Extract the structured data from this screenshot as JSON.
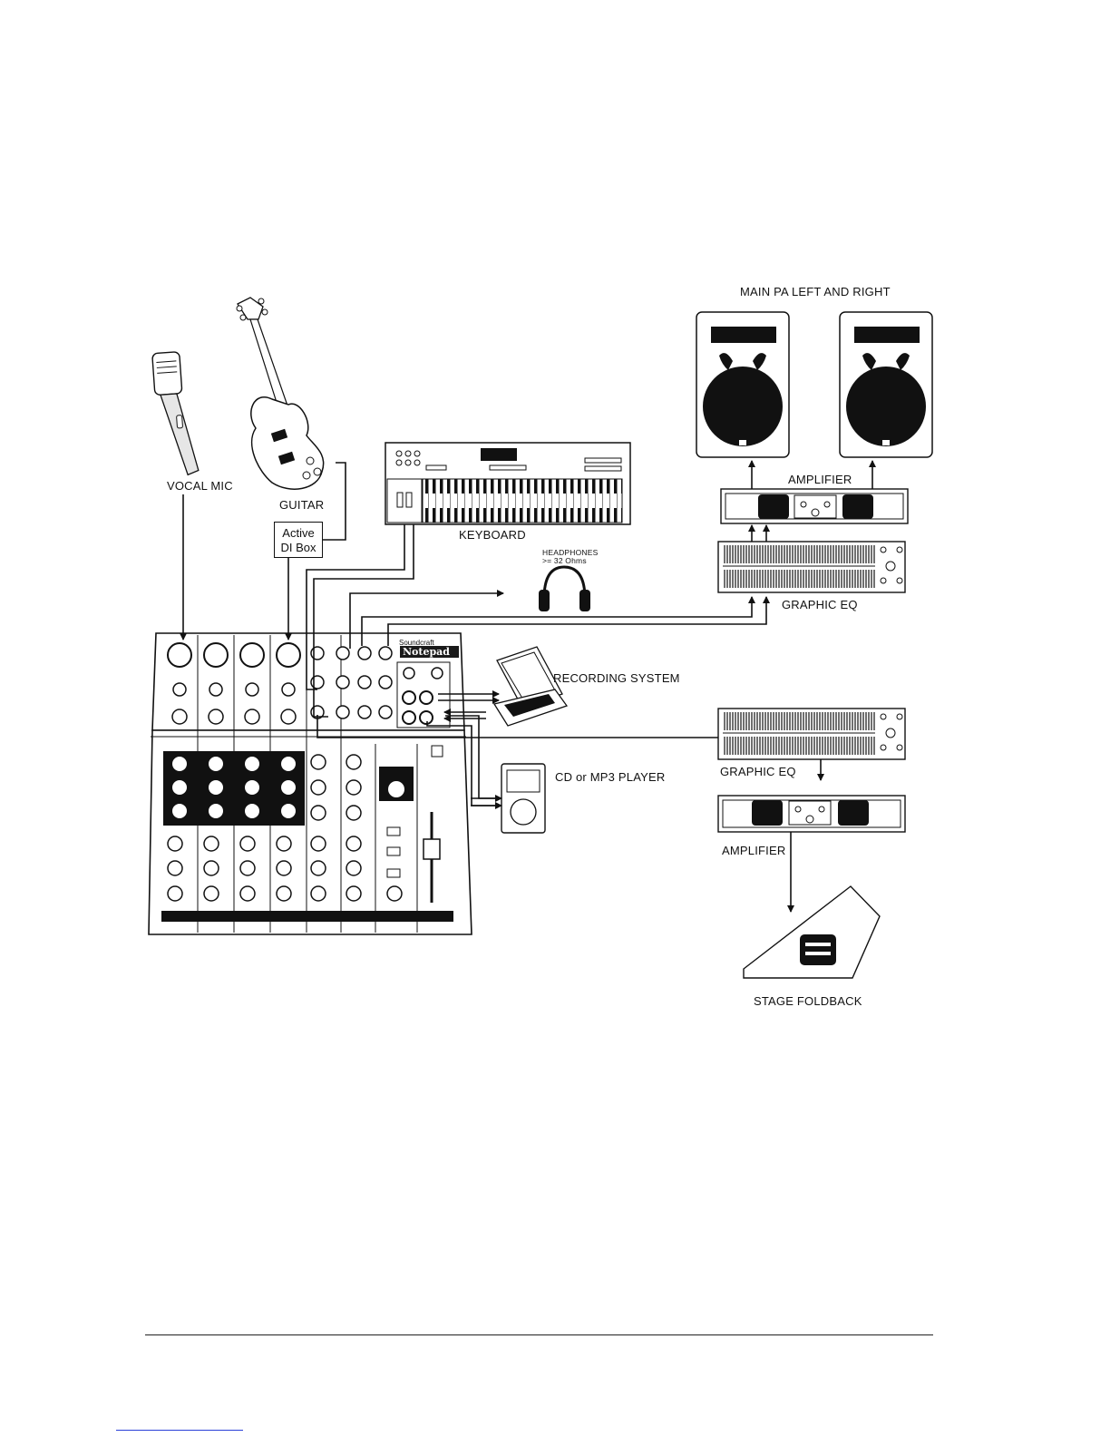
{
  "labels": {
    "main_pa": "MAIN PA LEFT AND RIGHT",
    "vocal_mic": "VOCAL MIC",
    "guitar": "GUITAR",
    "di_box_line1": "Active",
    "di_box_line2": "DI Box",
    "keyboard": "KEYBOARD",
    "amplifier_top": "AMPLIFIER",
    "graphic_eq_top": "GRAPHIC EQ",
    "headphones_line1": "HEADPHONES",
    "headphones_line2": ">= 32 Ohms",
    "recording_system": "RECORDING SYSTEM",
    "cd_player": "CD or MP3 PLAYER",
    "graphic_eq_bottom": "GRAPHIC EQ",
    "amplifier_bottom": "AMPLIFIER",
    "stage_foldback": "STAGE FOLDBACK"
  },
  "mixer": {
    "brand": "Soundcraft",
    "model": "Notepad"
  },
  "colors": {
    "line": "#111111",
    "device_fill": "#1a1a1a",
    "footer_link": "#2a3fd8"
  }
}
